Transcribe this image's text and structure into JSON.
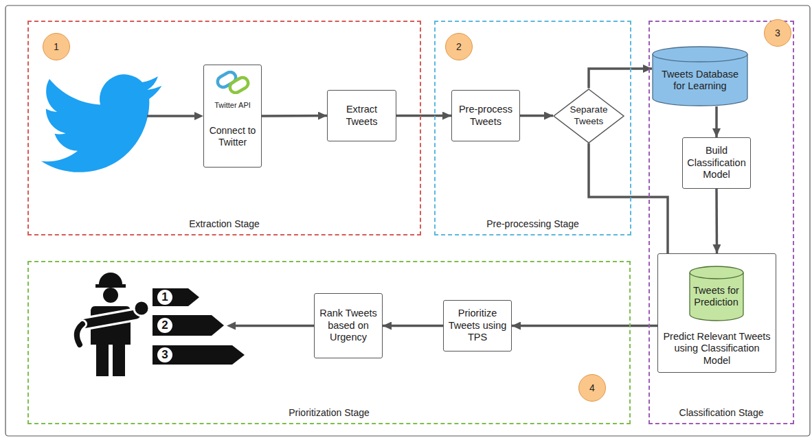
{
  "diagram": {
    "nodes": [
      {
        "text": [
          "Extraction Stage"
        ]
      },
      {
        "text": [
          "1"
        ],
        "in": 0
      },
      {
        "text": [
          "Twitter API",
          "Connect to Twitter"
        ],
        "in": 0
      },
      {
        "text": [
          "Extract Tweets"
        ],
        "in": 0
      },
      {
        "text": [
          "Pre-processing Stage"
        ]
      },
      {
        "text": [
          "2"
        ],
        "in": 4
      },
      {
        "text": [
          "Pre-process Tweets"
        ],
        "in": 4
      },
      {
        "text": [
          "Separate Tweets"
        ],
        "in": 4
      },
      {
        "text": [
          "Classification Stage"
        ]
      },
      {
        "text": [
          "3"
        ],
        "in": 8
      },
      {
        "text": [
          "Tweets Database for Learning"
        ],
        "in": 8
      },
      {
        "text": [
          "Build Classification Model"
        ],
        "in": 8
      },
      {
        "text": [
          "Predict Relevant Tweets using Classification Model"
        ],
        "in": 8
      },
      {
        "text": [
          "Tweets for Prediction"
        ],
        "in": 12
      },
      {
        "text": [
          "Prioritization Stage"
        ]
      },
      {
        "text": [
          "Prioritize Tweets using TPS"
        ],
        "in": 14
      },
      {
        "text": [
          "Rank Tweets based on Urgency"
        ],
        "in": 14
      },
      {
        "text": [
          "4"
        ],
        "in": 14
      }
    ],
    "edges": [
      {
        "from": 2,
        "to": 3,
        "arrow": "to"
      },
      {
        "from": 3,
        "to": 6,
        "arrow": "to"
      },
      {
        "from": 6,
        "to": 7,
        "arrow": "to"
      },
      {
        "from": 7,
        "to": 10,
        "arrow": "to"
      },
      {
        "from": 10,
        "to": 11,
        "arrow": "to"
      },
      {
        "from": 11,
        "to": 12,
        "arrow": "to"
      },
      {
        "from": 7,
        "to": 13,
        "arrow": "to"
      },
      {
        "from": 12,
        "to": 15,
        "arrow": "to"
      },
      {
        "from": 15,
        "to": 16,
        "arrow": "to"
      }
    ],
    "labels": [
      "1",
      "2",
      "3"
    ]
  }
}
